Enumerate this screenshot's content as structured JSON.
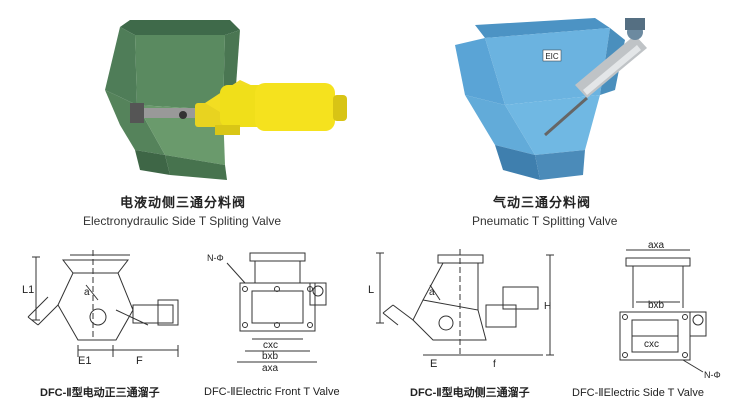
{
  "photo_left": {
    "caption_cn": "电液动侧三通分料阀",
    "caption_en": "Electronydraulic Side T Spliting Valve"
  },
  "photo_right": {
    "caption_cn": "气动三通分料阀",
    "caption_en": "Pneumatic T Splitting Valve",
    "nameplate": "EIC"
  },
  "drawing1": {
    "dims": {
      "l1": "L1",
      "a": "a",
      "e1": "E1",
      "f": "F"
    },
    "caption_bold": "DFC-Ⅱ",
    "caption_rest": "型电动正三通溜子"
  },
  "drawing2": {
    "dims": {
      "nphi": "N-Φ",
      "cxc": "cxc",
      "bxb": "bxb",
      "axa": "axa"
    },
    "caption": "DFC-ⅡElectric Front T Valve"
  },
  "drawing3": {
    "dims": {
      "l": "L",
      "a": "a",
      "e": "E",
      "f": "f",
      "h": "H"
    },
    "caption_bold": "DFC-Ⅱ",
    "caption_rest": "型电动侧三通溜子"
  },
  "drawing4": {
    "dims": {
      "axa": "axa",
      "bxb": "bxb",
      "cxc": "cxc",
      "nphi": "N-Φ"
    },
    "caption": "DFC-ⅡElectric Side T Valve"
  }
}
